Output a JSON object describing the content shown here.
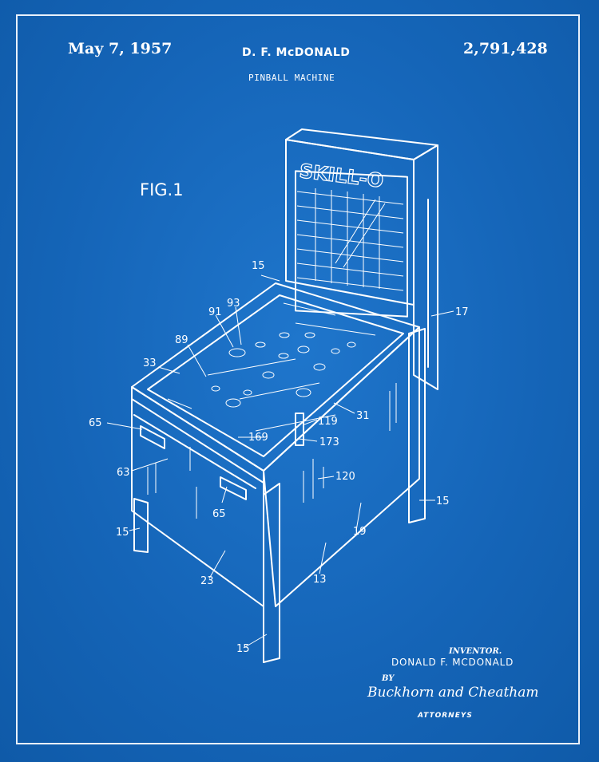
{
  "header": {
    "date": "May 7, 1957",
    "inventor": "D. F. McDONALD",
    "patent_number": "2,791,428",
    "title": "PINBALL MACHINE"
  },
  "figure": {
    "label": "FIG.1",
    "backbox_text": "SKILL-O",
    "reference_numerals": [
      "15",
      "91",
      "93",
      "89",
      "33",
      "65",
      "63",
      "65",
      "15",
      "23",
      "15",
      "169",
      "119",
      "173",
      "31",
      "120",
      "19",
      "13",
      "15",
      "17"
    ]
  },
  "footer": {
    "inventor_label": "INVENTOR.",
    "inventor_name": "DONALD F. MCDONALD",
    "by_label": "BY",
    "signature": "Buckhorn and Cheatham",
    "attorneys_label": "ATTORNEYS"
  },
  "colors": {
    "background": "#1565b8",
    "lines": "#ffffff"
  }
}
